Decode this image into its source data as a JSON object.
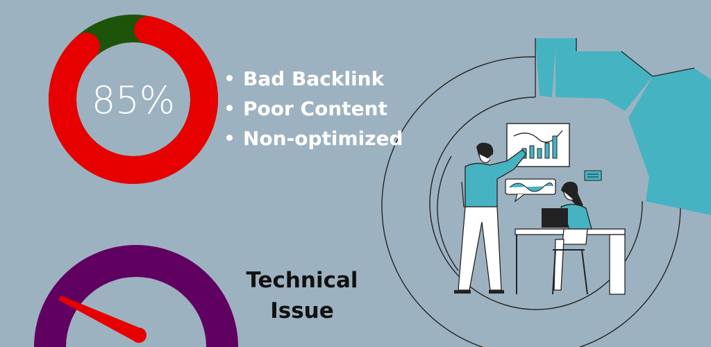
{
  "donut": {
    "percent_label": "85%",
    "value": 85,
    "colors": {
      "main": "#e60000",
      "remainder": "#1d5409"
    }
  },
  "bullets": {
    "items": [
      {
        "label": "Bad Backlink"
      },
      {
        "label": "Poor Content"
      },
      {
        "label": "Non-optimized"
      }
    ]
  },
  "gauge": {
    "label_line1": "Technical",
    "label_line2": "Issue",
    "colors": {
      "arc": "#600060",
      "needle": "#e60000"
    }
  },
  "illustration": {
    "colors": {
      "accent": "#46b3c2",
      "outline": "#222222",
      "figure_fill": "#ffffff"
    }
  }
}
